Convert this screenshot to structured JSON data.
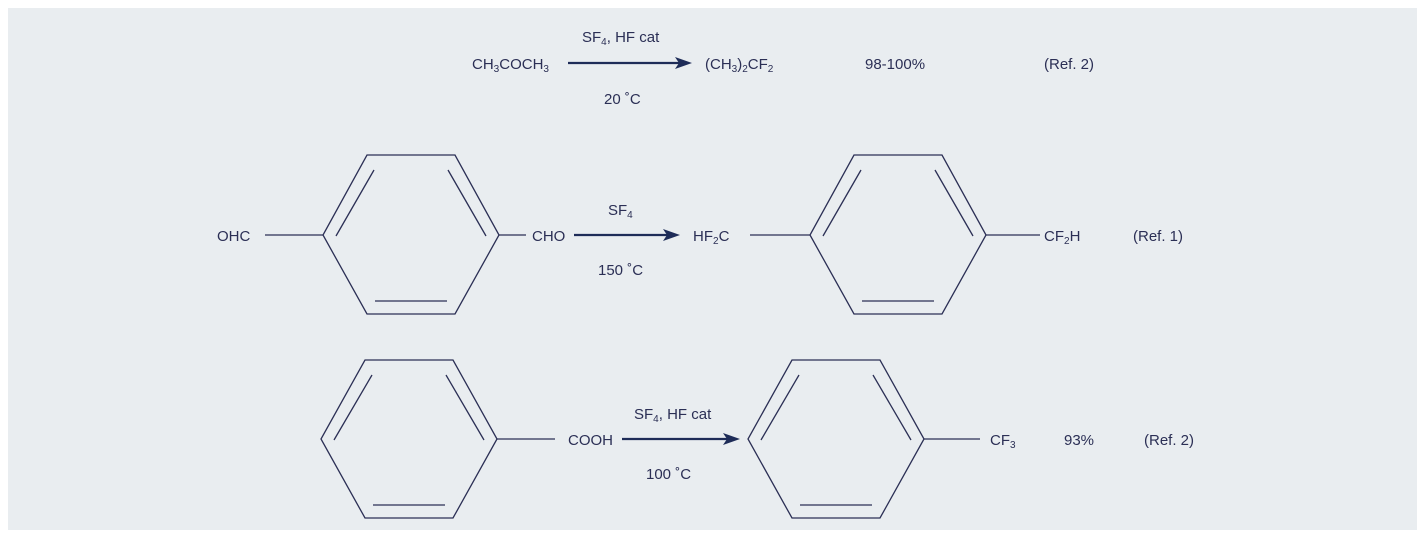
{
  "colors": {
    "panel_background": "#e9edf0",
    "ink": "#2b2f55",
    "arrow": "#1e2c58"
  },
  "reactions": [
    {
      "reactant": {
        "text": "CH3COCH3",
        "parts": [
          [
            "CH",
            ""
          ],
          [
            "3",
            "sub"
          ],
          [
            "COCH",
            ""
          ],
          [
            "3",
            "sub"
          ]
        ]
      },
      "reagent": {
        "text": "SF4, HF cat",
        "parts": [
          [
            "SF",
            ""
          ],
          [
            "4",
            "sub"
          ],
          [
            ", HF cat",
            ""
          ]
        ]
      },
      "condition": "20 ˚C",
      "product": {
        "text": "(CH3)2CF2",
        "parts": [
          [
            "(CH",
            ""
          ],
          [
            "3",
            "sub"
          ],
          [
            ")",
            ""
          ],
          [
            "2",
            "sub"
          ],
          [
            "CF",
            ""
          ],
          [
            "2",
            "sub"
          ]
        ]
      },
      "yield": "98-100%",
      "reference": "(Ref. 2)"
    },
    {
      "reactant_left_group": "OHC",
      "reactant_right_group": "CHO",
      "reagent": {
        "text": "SF4",
        "parts": [
          [
            "SF",
            ""
          ],
          [
            "4",
            "sub"
          ]
        ]
      },
      "condition": "150 ˚C",
      "product_left_group": {
        "text": "HF2C",
        "parts": [
          [
            "HF",
            ""
          ],
          [
            "2",
            "sub"
          ],
          [
            "C",
            ""
          ]
        ]
      },
      "product_right_group": {
        "text": "CF2H",
        "parts": [
          [
            "CF",
            ""
          ],
          [
            "2",
            "sub"
          ],
          [
            "H",
            ""
          ]
        ]
      },
      "reference": "(Ref. 1)"
    },
    {
      "reactant_group": "COOH",
      "reagent": {
        "text": "SF4, HF cat",
        "parts": [
          [
            "SF",
            ""
          ],
          [
            "4",
            "sub"
          ],
          [
            ", HF cat",
            ""
          ]
        ]
      },
      "condition": "100 ˚C",
      "product_group": {
        "text": "CF3",
        "parts": [
          [
            "CF",
            ""
          ],
          [
            "3",
            "sub"
          ]
        ]
      },
      "yield": "93%",
      "reference": "(Ref. 2)"
    }
  ]
}
